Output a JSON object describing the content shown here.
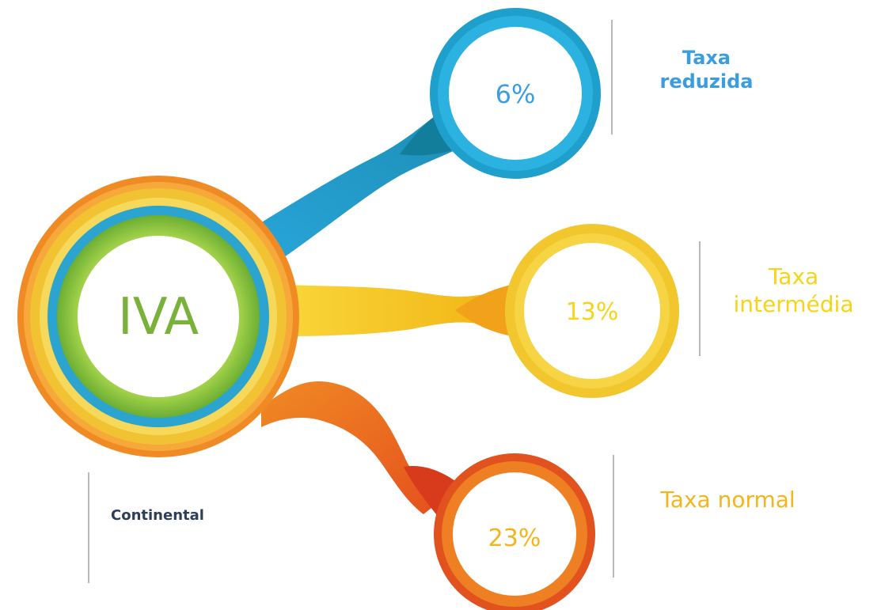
{
  "center": {
    "label": "IVA"
  },
  "rates": [
    {
      "value": "6%",
      "label_line1": "Taxa",
      "label_line2": "reduzida",
      "color": "#2aa7d6",
      "text_color": "#3a9de0"
    },
    {
      "value": "13%",
      "label_line1": "Taxa",
      "label_line2": "intermédia",
      "color": "#f4c21f",
      "text_color": "#f6d418"
    },
    {
      "value": "23%",
      "label_line1": "Taxa normal",
      "label_line2": "",
      "color": "#ee7b22",
      "text_color": "#f3b51e"
    }
  ],
  "region": {
    "label": "Continental"
  },
  "colors": {
    "outer_orange": "#ee7b22",
    "yellow": "#f4c21f",
    "blue": "#2aa7d6",
    "green": "#8dc63f",
    "center_text": "#79b13a",
    "region_text": "#2c3e5a"
  }
}
